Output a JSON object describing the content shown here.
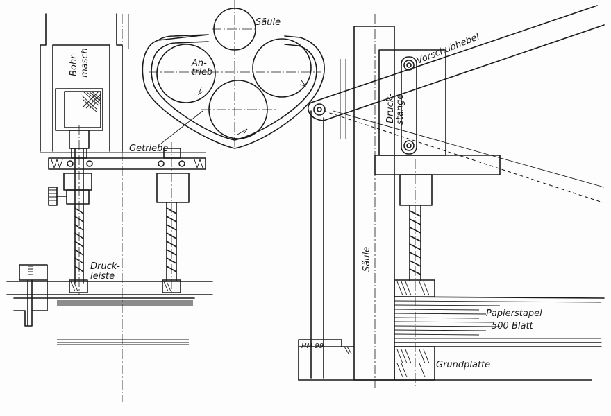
{
  "labels": {
    "bohrmasch": [
      "Bohr-",
      "masch"
    ],
    "saeule_top": "Säule",
    "antrieb": [
      "An-",
      "trieb"
    ],
    "getriebe": "Getriebe",
    "druckleiste": [
      "Druck-",
      "leiste"
    ],
    "vorschubhebel": "Vorschubhebel",
    "druckstange": [
      "Druck-",
      "stange"
    ],
    "saeule_side": "Säule",
    "papierstapel": [
      "Papierstapel",
      "500 Blatt"
    ],
    "grundplatte": "Grundplatte",
    "signature": "HM 99"
  }
}
